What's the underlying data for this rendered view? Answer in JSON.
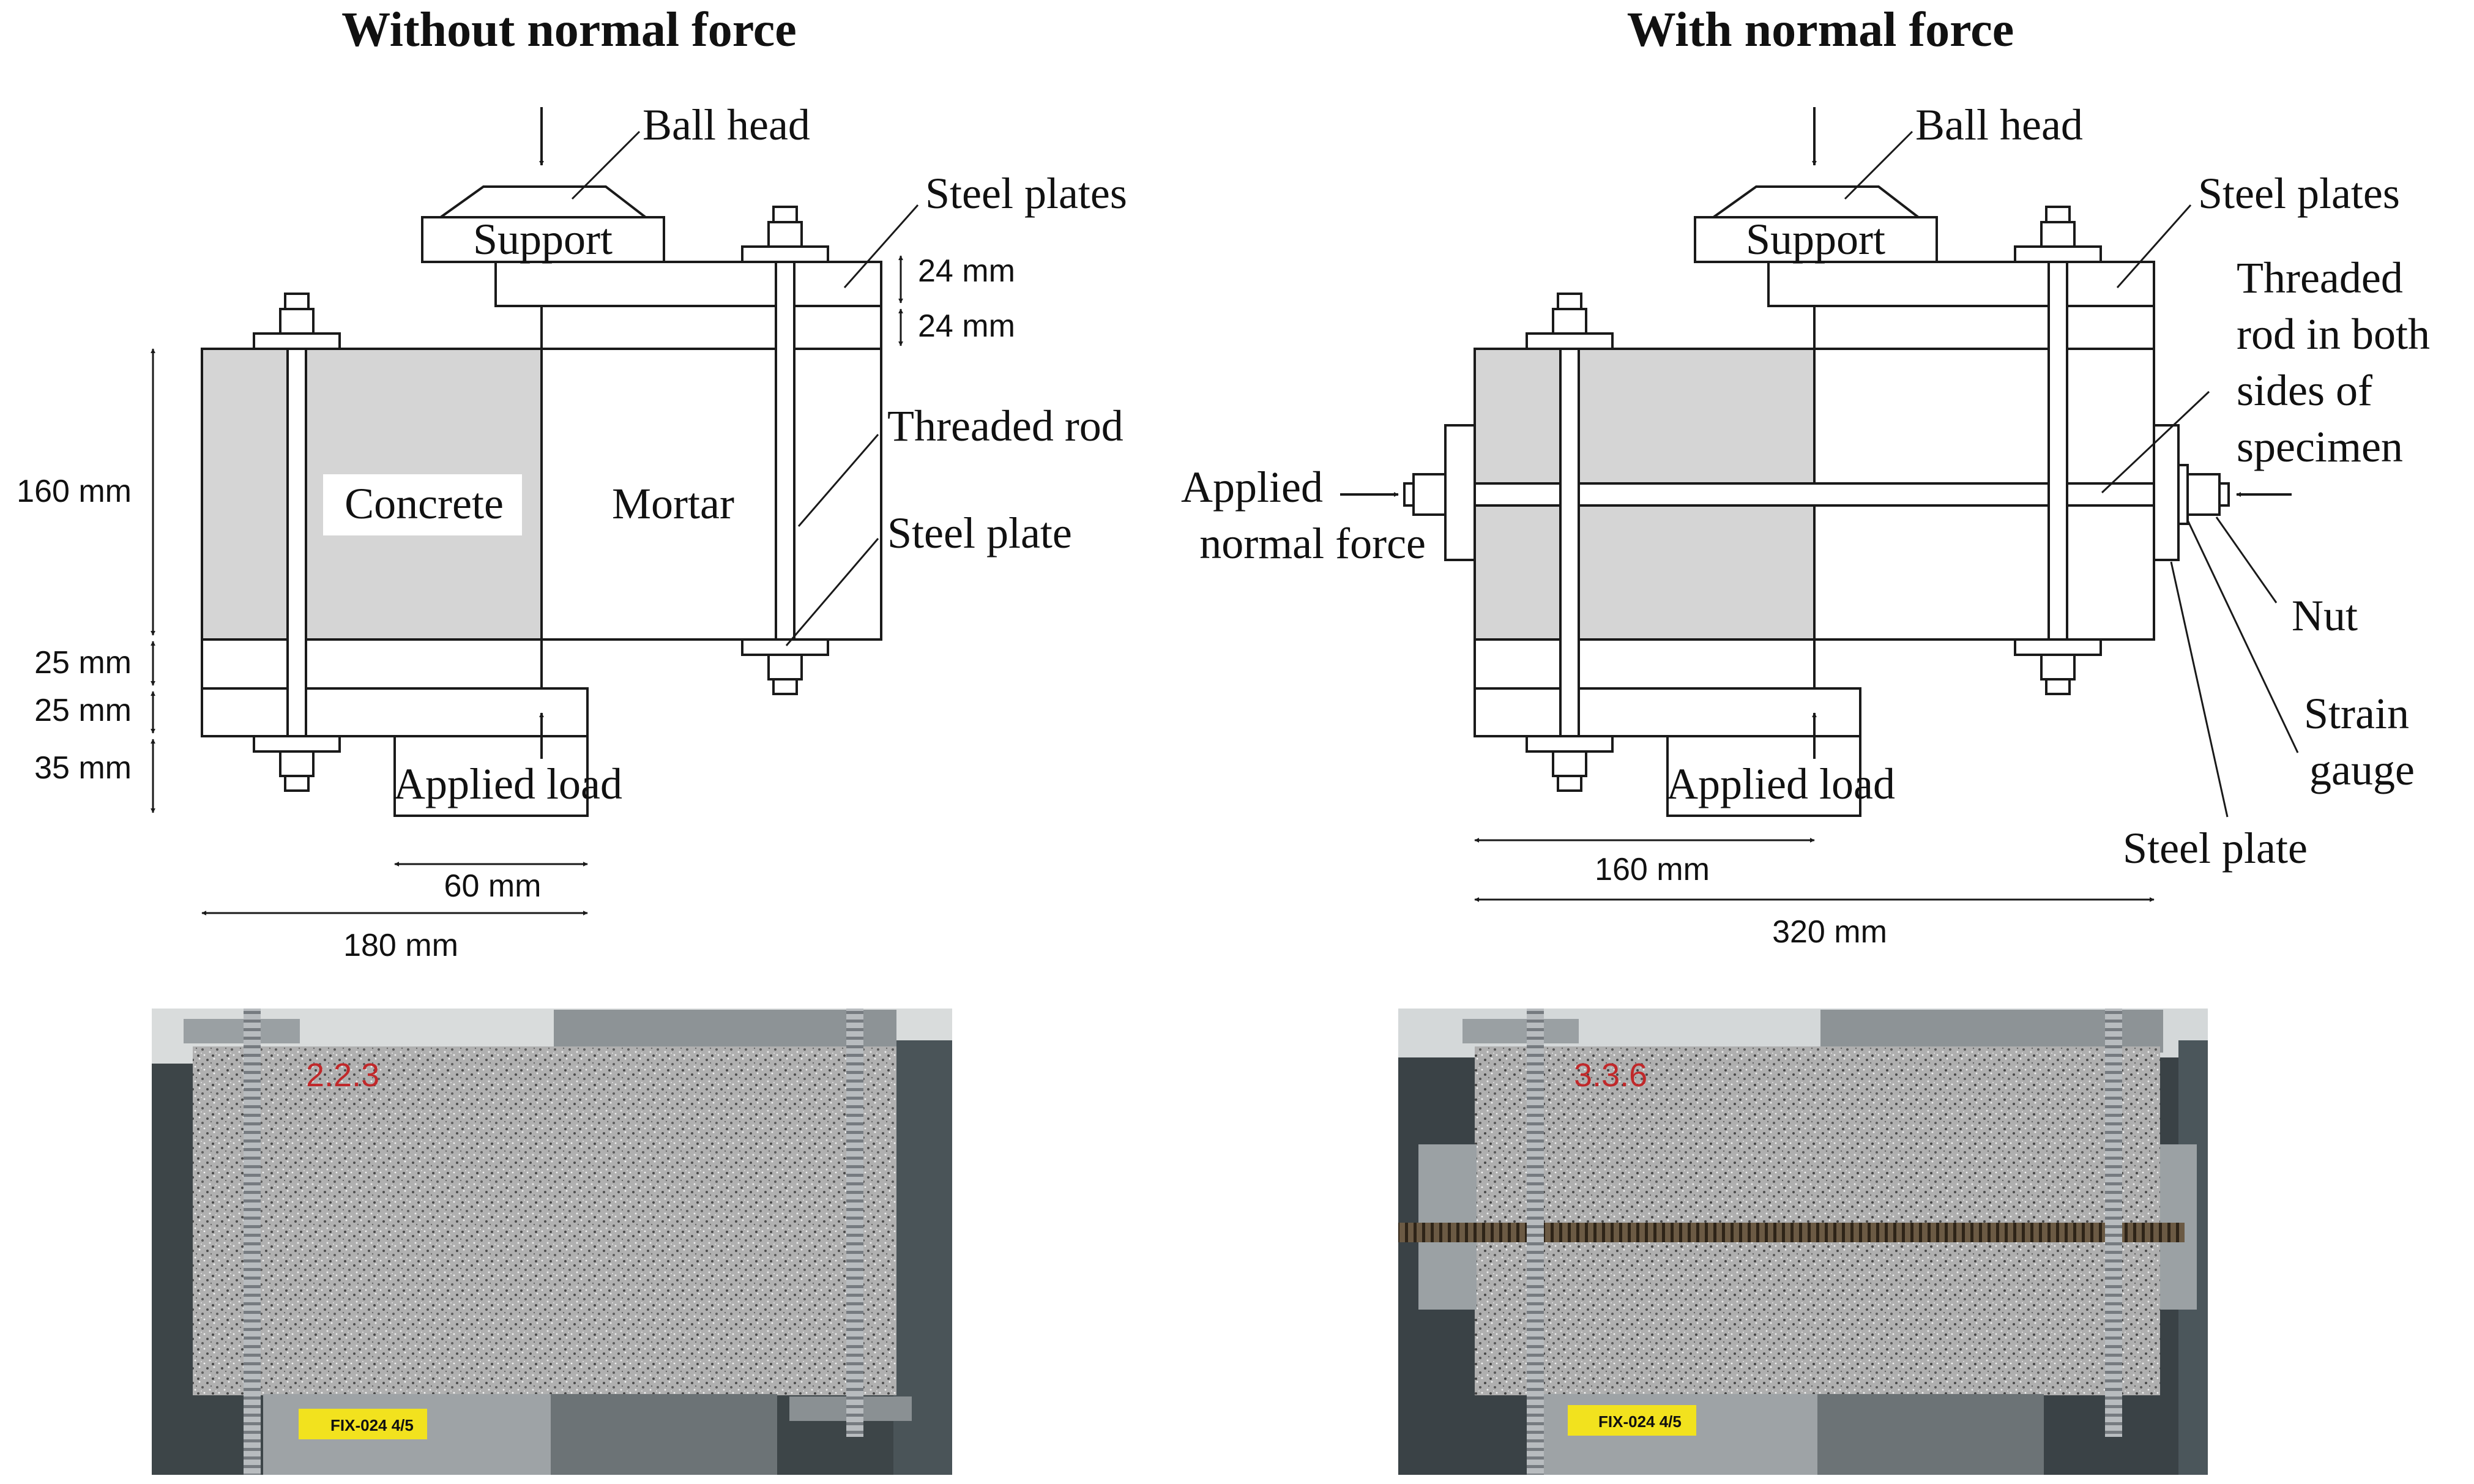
{
  "panels": [
    {
      "title": "Without normal force",
      "labels": {
        "ball_head": "Ball head",
        "support": "Support",
        "steel_plates": "Steel plates",
        "threaded_rod": "Threaded rod",
        "steel_plate": "Steel plate",
        "concrete": "Concrete",
        "mortar": "Mortar",
        "applied_load": "Applied load"
      },
      "dimensions": {
        "plate_top_1": "24 mm",
        "plate_top_2": "24 mm",
        "height": "160 mm",
        "plate_bottom_1": "25 mm",
        "plate_bottom_2": "25 mm",
        "load_plate": "35 mm",
        "load_width": "60 mm",
        "width": "180 mm"
      },
      "photo": {
        "specimen_mark": "2.2.3",
        "sticker": "FIX-024 4/5"
      }
    },
    {
      "title": "With normal force",
      "labels": {
        "ball_head": "Ball head",
        "support": "Support",
        "steel_plates": "Steel plates",
        "threaded_rod_both_sides": [
          "Threaded",
          "rod in both",
          "sides of",
          "specimen"
        ],
        "applied_normal_force": [
          "Applied",
          "normal force"
        ],
        "nut": "Nut",
        "strain_gauge": [
          "Strain",
          "gauge"
        ],
        "steel_plate": "Steel plate",
        "applied_load": "Applied load"
      },
      "dimensions": {
        "half_width": "160 mm",
        "width": "320 mm"
      },
      "photo": {
        "specimen_mark": "3.3.6",
        "sticker": "FIX-024 4/5"
      }
    }
  ],
  "colors": {
    "concrete_fill": "#d5d5d5",
    "line": "#1a1a1a",
    "photo_background": "#3d4548",
    "specimen_speckle": "#a8a8a8",
    "sticker": "#f2e21e",
    "mark_red": "#c0282a",
    "rod": "#5a4a38"
  }
}
